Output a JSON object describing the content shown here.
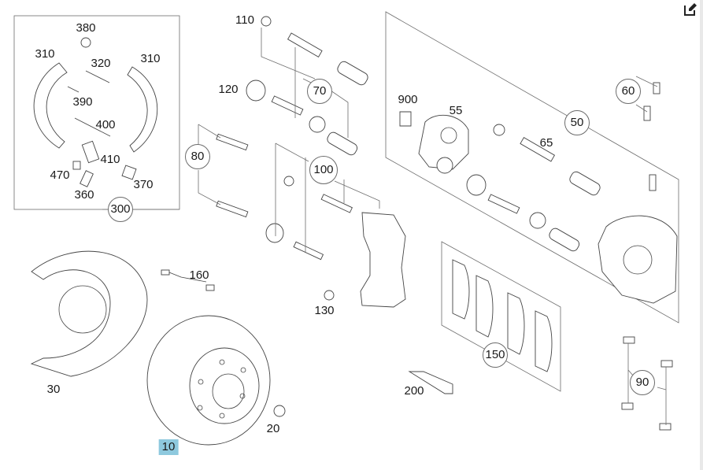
{
  "diagram": {
    "title": "Rear brake assembly exploded parts diagram",
    "highlight_color": "#8ec9de",
    "callouts": [
      {
        "id": "c380",
        "label": "380",
        "circled": false
      },
      {
        "id": "c310a",
        "label": "310",
        "circled": false
      },
      {
        "id": "c320",
        "label": "320",
        "circled": false
      },
      {
        "id": "c310b",
        "label": "310",
        "circled": false
      },
      {
        "id": "c390",
        "label": "390",
        "circled": false
      },
      {
        "id": "c400",
        "label": "400",
        "circled": false
      },
      {
        "id": "c410",
        "label": "410",
        "circled": false
      },
      {
        "id": "c470",
        "label": "470",
        "circled": false
      },
      {
        "id": "c370",
        "label": "370",
        "circled": false
      },
      {
        "id": "c360",
        "label": "360",
        "circled": false
      },
      {
        "id": "c300",
        "label": "300",
        "circled": true
      },
      {
        "id": "c110",
        "label": "110",
        "circled": false
      },
      {
        "id": "c120",
        "label": "120",
        "circled": false
      },
      {
        "id": "c70",
        "label": "70",
        "circled": true
      },
      {
        "id": "c80",
        "label": "80",
        "circled": true
      },
      {
        "id": "c100",
        "label": "100",
        "circled": true
      },
      {
        "id": "c900",
        "label": "900",
        "circled": false
      },
      {
        "id": "c55",
        "label": "55",
        "circled": false
      },
      {
        "id": "c50",
        "label": "50",
        "circled": true
      },
      {
        "id": "c60",
        "label": "60",
        "circled": true
      },
      {
        "id": "c65",
        "label": "65",
        "circled": false
      },
      {
        "id": "c160",
        "label": "160",
        "circled": false
      },
      {
        "id": "c130",
        "label": "130",
        "circled": false
      },
      {
        "id": "c30",
        "label": "30",
        "circled": false
      },
      {
        "id": "c20",
        "label": "20",
        "circled": false
      },
      {
        "id": "c10",
        "label": "10",
        "circled": false,
        "highlighted": true
      },
      {
        "id": "c150",
        "label": "150",
        "circled": true
      },
      {
        "id": "c200",
        "label": "200",
        "circled": false
      },
      {
        "id": "c90",
        "label": "90",
        "circled": true
      }
    ]
  },
  "toolbar": {
    "edit_icon": "edit-icon"
  }
}
